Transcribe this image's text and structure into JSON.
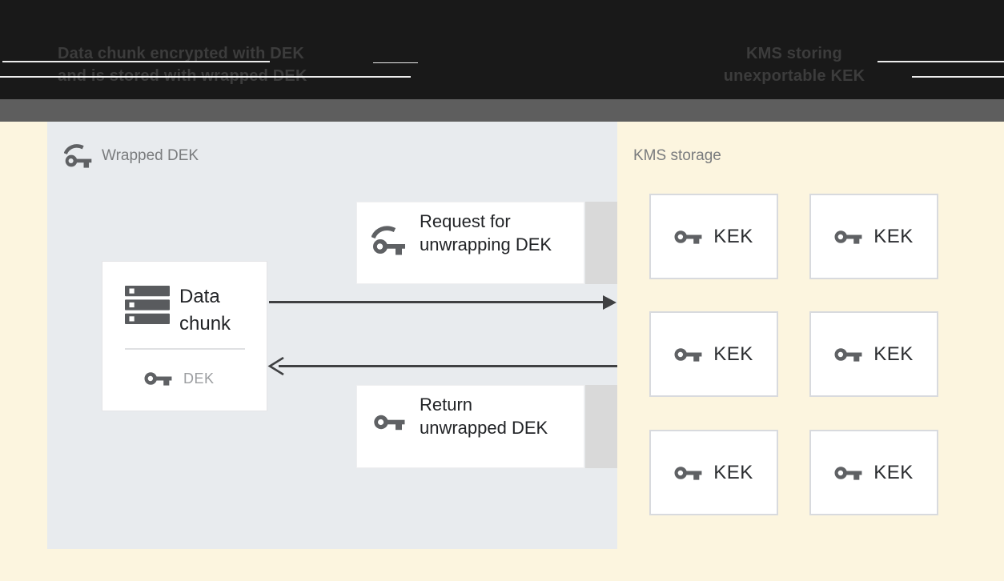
{
  "header": {
    "left_caption": {
      "line1": "Data chunk encrypted with DEK",
      "line2": "and is stored with wrapped DEK"
    },
    "right_caption": {
      "line1": "KMS storing",
      "line2": "unexportable KEK"
    }
  },
  "wrapped_panel": {
    "label": "Wrapped DEK"
  },
  "data_chunk": {
    "lines": [
      "Data",
      "chunk"
    ],
    "key_label": "DEK"
  },
  "request_box": {
    "lines": [
      "Request for",
      "unwrapping DEK"
    ]
  },
  "return_box": {
    "lines": [
      "Return",
      "unwrapped DEK"
    ]
  },
  "kms": {
    "label": "KMS storage",
    "kek_labels": [
      "KEK",
      "KEK",
      "KEK",
      "KEK",
      "KEK",
      "KEK"
    ]
  },
  "colors": {
    "header_bg": "#191919",
    "header_text": "#3c3c3c",
    "gray_band": "#5e5e5e",
    "cream_bg": "#fcf5df",
    "panel_bg": "#e8ebee",
    "box_bg": "#ffffff",
    "kek_border": "#d8dade",
    "connector_strip": "#d9d9d9",
    "arrow": "#3f4042",
    "icon_gray": "#5f6164",
    "label_gray": "#7a7c7e",
    "dek_text_gray": "#9b9da0",
    "dark_text": "#212326"
  }
}
